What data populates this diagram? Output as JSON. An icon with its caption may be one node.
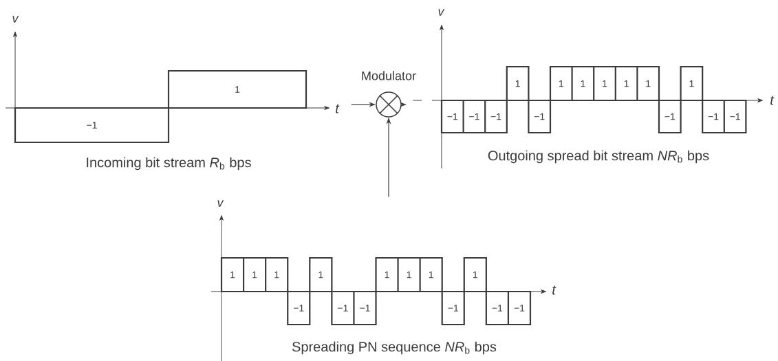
{
  "diagram": {
    "nodes": [
      {
        "text": [
          "Incoming bit stream *R*$_{b}$ bps"
        ]
      },
      {
        "text": [
          "Modulator"
        ]
      },
      {
        "text": [
          "Outgoing spread bit stream *NR*$_{b}$ bps"
        ]
      },
      {
        "text": [
          "Spreading PN sequence *NR*$_{b}$ bps"
        ]
      }
    ],
    "edges": [
      {
        "from": 0,
        "to": 1,
        "arrow": "to"
      },
      {
        "from": 1,
        "to": 2,
        "arrow": "to"
      },
      {
        "from": 3,
        "to": 1,
        "arrow": "to"
      }
    ],
    "labels": [
      "v",
      "1",
      "t",
      "−1",
      "v",
      "−1",
      "−1",
      "−1",
      "1",
      "−1",
      "1",
      "1",
      "1",
      "1",
      "1",
      "−1",
      "1",
      "−1",
      "−1",
      "t",
      "v",
      "1",
      "1",
      "1",
      "−1",
      "1",
      "−1",
      "−1",
      "1",
      "1",
      "1",
      "−1",
      "1",
      "−1",
      "−1",
      "t"
    ]
  }
}
